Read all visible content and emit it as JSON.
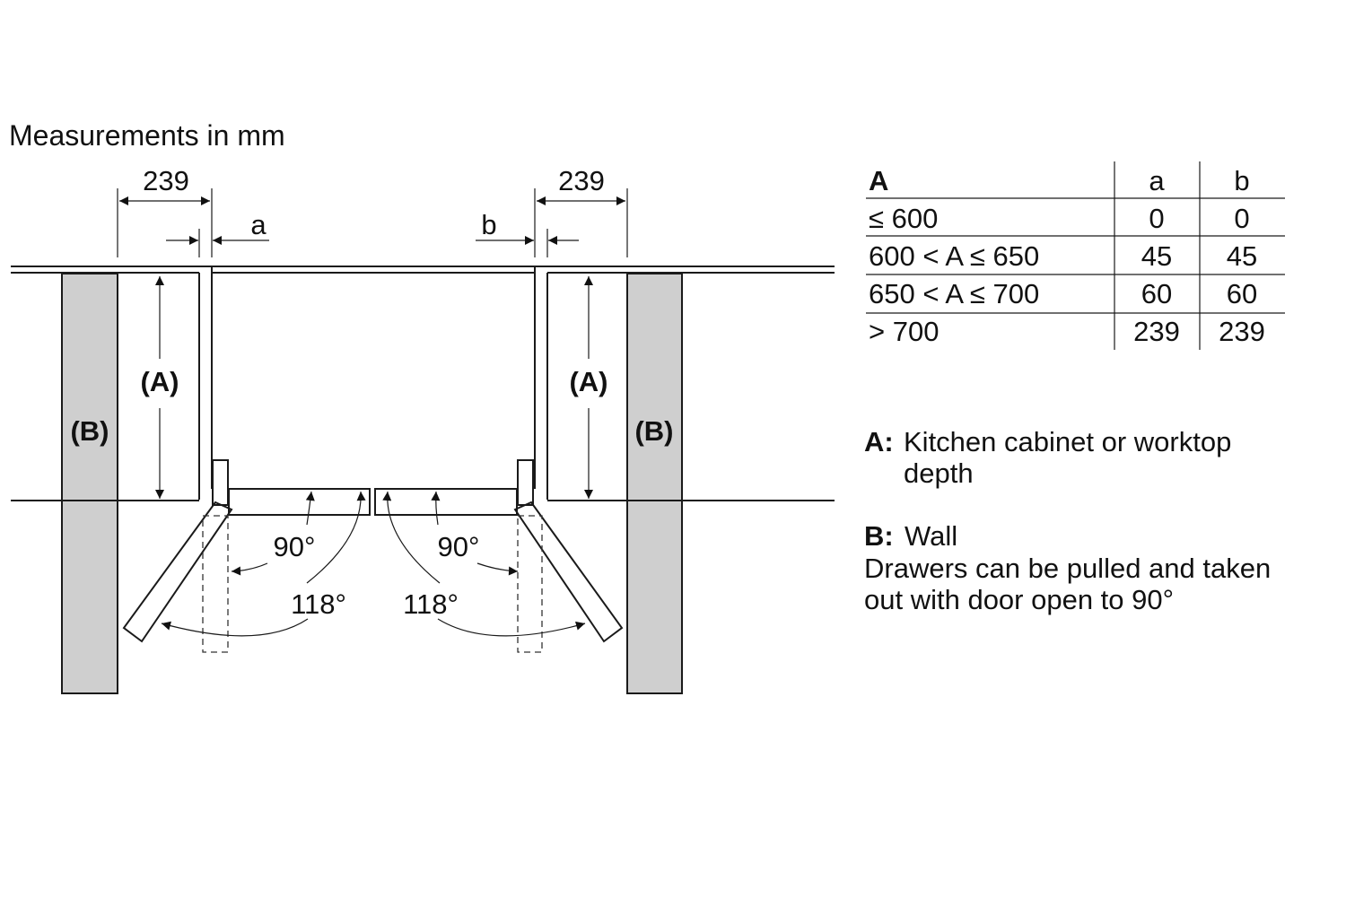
{
  "title": "Measurements in mm",
  "dimensions": {
    "left_width": "239",
    "right_width": "239",
    "gap_left": "a",
    "gap_right": "b",
    "depth_label_left": "(A)",
    "depth_label_right": "(A)",
    "wall_label_left": "(B)",
    "wall_label_right": "(B)",
    "angle_90_left": "90°",
    "angle_118_left": "118°",
    "angle_90_right": "90°",
    "angle_118_right": "118°"
  },
  "table": {
    "headers": [
      "A",
      "a",
      "b"
    ],
    "rows": [
      [
        "≤ 600",
        "0",
        "0"
      ],
      [
        "600 < A ≤ 650",
        "45",
        "45"
      ],
      [
        "650 < A ≤ 700",
        "60",
        "60"
      ],
      [
        "> 700",
        "239",
        "239"
      ]
    ]
  },
  "legend": {
    "a_key": "A:",
    "a_text_1": "Kitchen cabinet or worktop",
    "a_text_2": "depth",
    "b_key": "B:",
    "b_text": "Wall",
    "note_1": "Drawers can be pulled and taken",
    "note_2": "out with door open to 90°"
  },
  "colors": {
    "wall": "#cfcfcf",
    "line": "#1a1a1a"
  }
}
